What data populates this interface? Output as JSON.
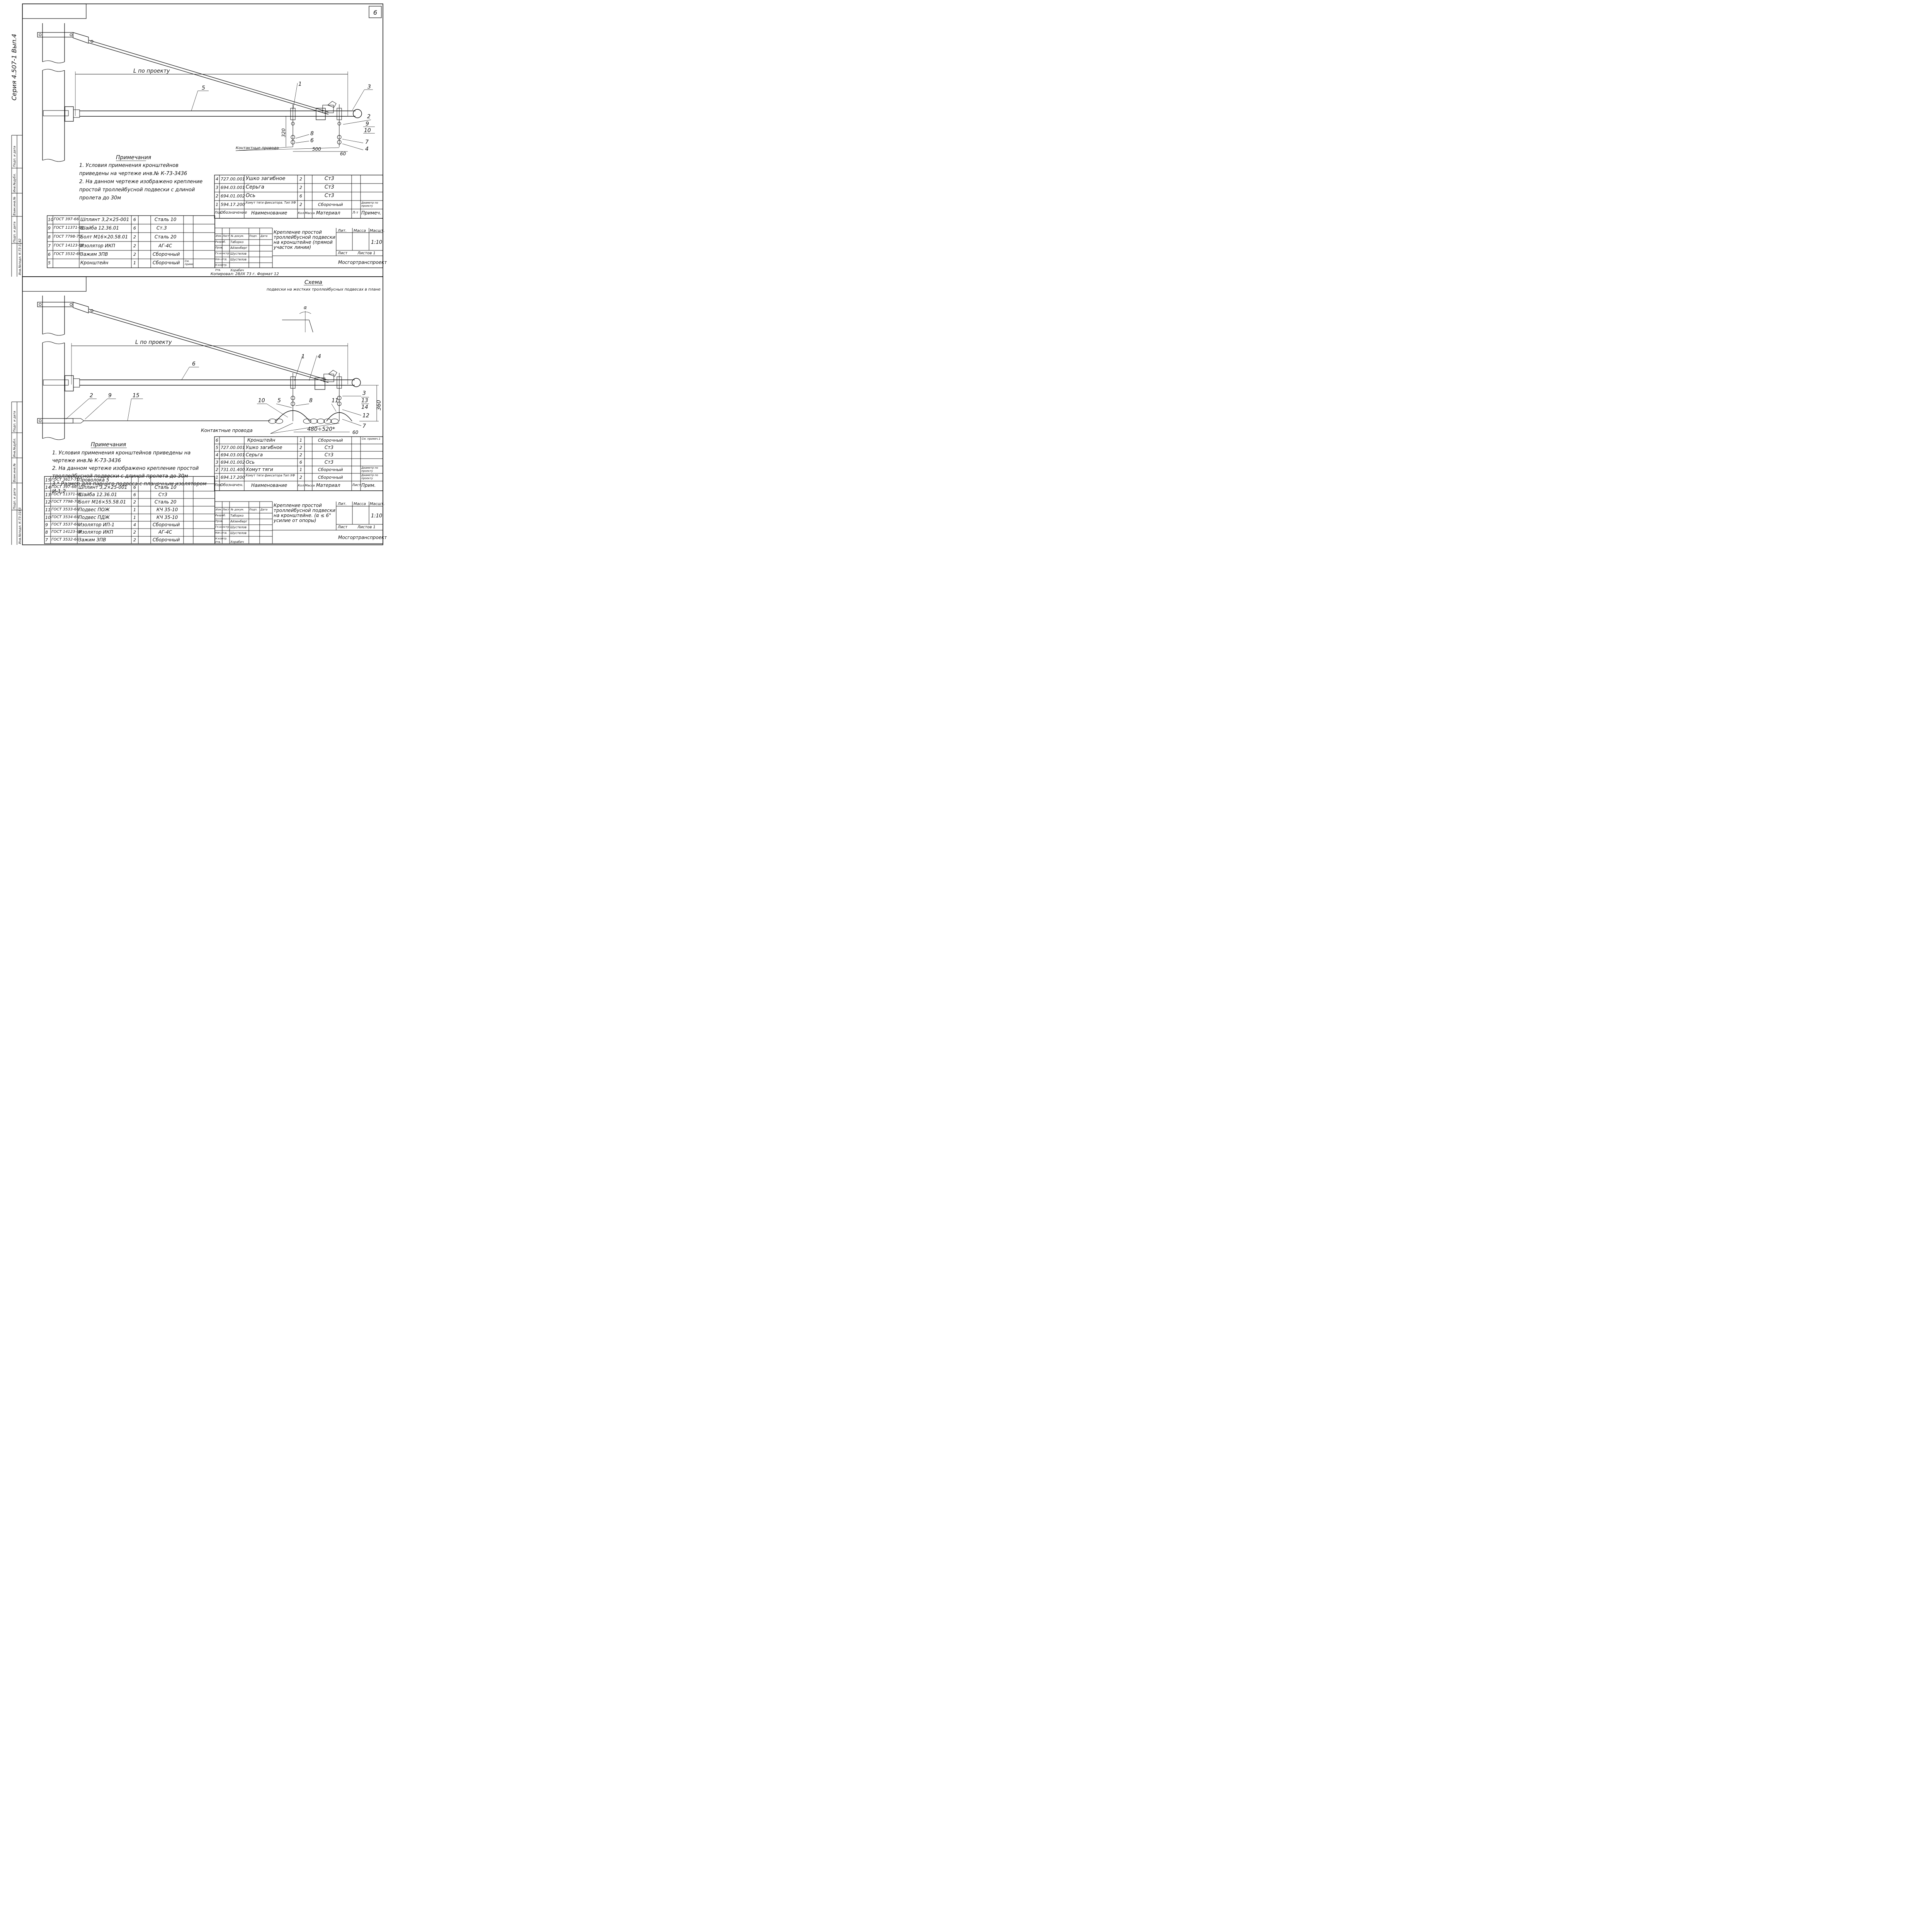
{
  "sheet": {
    "number": "6",
    "series": "Серия 4.507-1 Вып.4",
    "copy_note": "Копировал: 28/IX 73 г. Формат 12"
  },
  "margin": {
    "inv_top": "Инв.№подл. К-73-3182",
    "inv_bottom": "Инв.№подл. К-73-3183",
    "labels": [
      "Подп. и дата",
      "Взам.инв.№",
      "Инв.№дубл.",
      "Подп. и дата"
    ]
  },
  "top": {
    "dim_span": "L по проекту",
    "dim_320": "320",
    "dim_500": "500",
    "dim_60": "60",
    "wire_label": "Контактные провода",
    "callouts": [
      "1",
      "2",
      "3",
      "4",
      "5",
      "6",
      "7",
      "8",
      "9",
      "10"
    ],
    "notes_title": "Примечания",
    "notes": [
      "1. Условия применения кронштейнов приведены на чертеже инв.№ К-73-3436",
      "2. На данном чертеже изображено крепление простой троллейбусной подвески с длиной пролета до 30м"
    ],
    "spec_right": {
      "header": [
        "Поз.",
        "Обозначение",
        "Наименование",
        "Кол.",
        "Масса",
        "Материал",
        "Л-т",
        "Примеч."
      ],
      "rows": [
        [
          "4",
          "727.00.001",
          "Ушко загибное",
          "2",
          "",
          "Ст3",
          "",
          ""
        ],
        [
          "3",
          "694.03.001",
          "Серьга",
          "2",
          "",
          "Ст3",
          "",
          ""
        ],
        [
          "2",
          "694.01.002",
          "Ось",
          "6",
          "",
          "Ст3",
          "",
          ""
        ],
        [
          "1",
          "594.17.200",
          "Хомут тяги фиксатора. Тип ХФ",
          "2",
          "",
          "Сборочный",
          "",
          "Диаметр по проекту"
        ]
      ]
    },
    "spec_left": {
      "rows": [
        [
          "10",
          "ГОСТ 397-66",
          "Шплинт 3,2×25-001",
          "6",
          "Сталь 10",
          ""
        ],
        [
          "9",
          "ГОСТ 11371-68",
          "Шайба 12.36.01",
          "6",
          "Ст.3",
          ""
        ],
        [
          "8",
          "ГОСТ 7798-70",
          "Болт М16×20.58.01",
          "2",
          "Сталь 20",
          ""
        ],
        [
          "7",
          "ГОСТ 14123-69",
          "Изолятор ИКП",
          "2",
          "АГ-4С",
          ""
        ],
        [
          "6",
          "ГОСТ 3532-66",
          "Зажим ЗПВ",
          "2",
          "Сборочный",
          ""
        ],
        [
          "5",
          "",
          "Кронштейн",
          "1",
          "Сборочный",
          "См. примеч.1"
        ]
      ]
    },
    "title_block": {
      "title": "Крепление простой троллейбусной подвески на кронштейне (прямой участок линии)",
      "lit": "Лит.",
      "mass": "Масса",
      "scale_label": "Масшт.",
      "scale": "1:10",
      "sheet": "Лист",
      "sheets": "Листов 1",
      "org": "Мосгортранспроект",
      "roles": [
        "Изм.",
        "Разраб.",
        "Пров.",
        "Гл.констр.",
        "Нач.отд.",
        "Н.контр.",
        "Утв."
      ],
      "names": [
        "Лист",
        "Таборко",
        "Айзенберг",
        "Шустелов",
        "Шустелов",
        "",
        "Хорабич"
      ],
      "cols": [
        "Изм.",
        "Лист",
        "№ докум.",
        "Подп.",
        "Дата"
      ]
    }
  },
  "bottom": {
    "dim_span": "L по проекту",
    "dim_360": "360",
    "dim_480": "480÷520*",
    "dim_60": "60",
    "wire_label": "Контактные провода",
    "callouts": [
      "1",
      "2",
      "3",
      "4",
      "5",
      "6",
      "7",
      "8",
      "9",
      "10",
      "11",
      "12",
      "13",
      "14",
      "15"
    ],
    "scheme_title": "Схема",
    "scheme_sub": "подвески на жестких троллейбусных подвесах в плане",
    "scheme_angle": "α",
    "notes_title": "Примечания",
    "notes": [
      "1. Условия применения кронштейнов приведены на чертеже инв.№ К-73-3436",
      "2. На данном чертеже изображено крепление простой троллейбусной подвески с длиной пролета до 30м",
      "3.* Размер для парного подвеса с планочным изолятором И-1,2"
    ],
    "spec_right": {
      "header": [
        "Поз.",
        "Обозначен.",
        "Наименование",
        "Кол.",
        "Масса",
        "Материал",
        "Лист",
        "Прим."
      ],
      "rows": [
        [
          "6",
          "",
          "Кронштейн",
          "1",
          "",
          "Сборочный",
          "",
          "См. примеч.1"
        ],
        [
          "5",
          "727.00.001",
          "Ушко загибное",
          "2",
          "",
          "Ст3",
          "",
          ""
        ],
        [
          "4",
          "694.03.001",
          "Серьга",
          "2",
          "",
          "Ст3",
          "",
          ""
        ],
        [
          "3",
          "694.01.002",
          "Ось",
          "6",
          "",
          "Ст3",
          "",
          ""
        ],
        [
          "2",
          "731.01.400",
          "Хомут тяги",
          "1",
          "",
          "Сборочный",
          "",
          "Диаметр по проекту"
        ],
        [
          "1",
          "694.17.200",
          "Хомут тяги фиксатора Тип ХФ",
          "2",
          "",
          "Сборочный",
          "",
          "Диаметр по проекту"
        ]
      ]
    },
    "spec_left": {
      "rows": [
        [
          "15",
          "ГОСТ 3617-71",
          "Проволока 5",
          "",
          "",
          ""
        ],
        [
          "14",
          "ГОСТ 397-66",
          "Шплинт 3,2×25-001",
          "6",
          "Сталь 10",
          ""
        ],
        [
          "13",
          "ГОСТ 11371-68",
          "Шайба 12.36.01",
          "6",
          "Ст3",
          ""
        ],
        [
          "12",
          "ГОСТ 7798-70",
          "Болт М16×55.58.01",
          "2",
          "Сталь 20",
          ""
        ],
        [
          "11",
          "ГОСТ 3533-66",
          "Подвес ПОЖ",
          "1",
          "КЧ 35-10",
          ""
        ],
        [
          "10",
          "ГОСТ 3534-66",
          "Подвес ПДЖ",
          "1",
          "КЧ 35-10",
          ""
        ],
        [
          "9",
          "ГОСТ 3537-66",
          "Изолятор ИП-1",
          "4",
          "Сборочный",
          ""
        ],
        [
          "8",
          "ГОСТ 14123-69",
          "Изолятор ИКП",
          "2",
          "АГ-4С",
          ""
        ],
        [
          "7",
          "ГОСТ 3532-66",
          "Зажим ЗПВ",
          "2",
          "Сборочный",
          ""
        ]
      ]
    },
    "title_block": {
      "title": "Крепление простой троллейбусной подвески на кронштейне. (α ≤ 6° усилие от опоры)",
      "lit": "Лит.",
      "mass": "Масса",
      "scale_label": "Масшт.",
      "scale": "1:10",
      "sheet": "Лист",
      "sheets": "Листов 1",
      "org": "Мосгортранспроект",
      "roles": [
        "Изм.",
        "Разраб.",
        "Пров.",
        "Гл.констр.",
        "Нач.отд.",
        "Н.контр.",
        "Утв."
      ],
      "names": [
        "Лист",
        "Таборко",
        "Айзенберг",
        "Шустелов",
        "Шустелов",
        "",
        "Хорабич"
      ],
      "cols": [
        "Изм.",
        "Лист",
        "№ докум.",
        "Подп.",
        "Дата"
      ]
    }
  }
}
